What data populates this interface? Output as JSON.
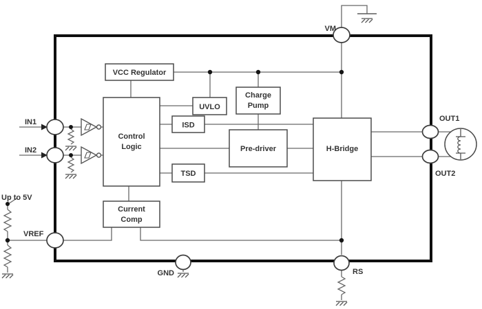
{
  "diagram": {
    "blocks": {
      "vcc_regulator": "VCC Regulator",
      "control_logic_line1": "Control",
      "control_logic_line2": "Logic",
      "uvlo": "UVLO",
      "isd": "ISD",
      "tsd": "TSD",
      "charge_pump_line1": "Charge",
      "charge_pump_line2": "Pump",
      "pre_driver": "Pre-driver",
      "h_bridge": "H-Bridge",
      "current_comp_line1": "Current",
      "current_comp_line2": "Comp"
    },
    "pins": {
      "vm": "VM",
      "in1": "IN1",
      "in2": "IN2",
      "vref": "VREF",
      "gnd": "GND",
      "rs": "RS",
      "out1": "OUT1",
      "out2": "OUT2"
    },
    "annotations": {
      "vref_supply": "Up to 5V"
    },
    "colors": {
      "background": "#ffffff",
      "boundary": "#0f0f0f",
      "wire": "#686868",
      "block_stroke": "#4a4a4a",
      "text": "#333333"
    }
  }
}
